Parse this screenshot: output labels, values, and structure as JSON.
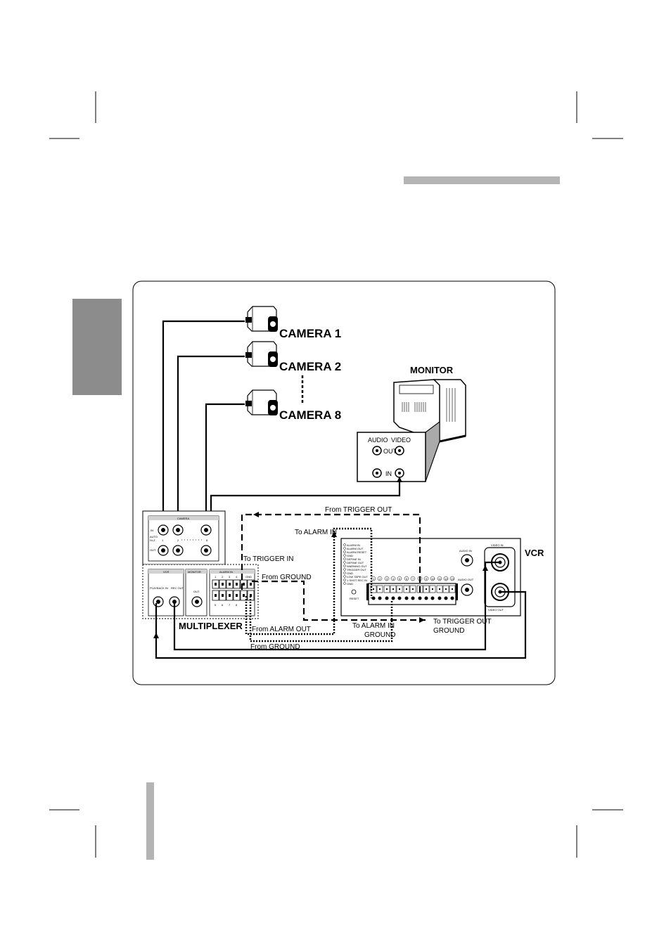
{
  "cameras": {
    "cam1": "CAMERA 1",
    "cam2": "CAMERA 2",
    "cam8": "CAMERA 8"
  },
  "monitor": {
    "title": "MONITOR",
    "audio": "AUDIO",
    "video": "VIDEO",
    "out": "OUT",
    "in": "IN"
  },
  "vcr": {
    "title": "VCR",
    "audio_in": "AUDIO IN",
    "audio_out": "AUDIO OUT",
    "video_in": "VIDEO IN",
    "video_out": "VIDEO OUT",
    "reset": "RESET",
    "terminal_numbers": [
      "1",
      "2",
      "3",
      "4",
      "5",
      "6",
      "7",
      "8",
      "9",
      "10",
      "11",
      "12",
      "13"
    ],
    "terminal_labels": [
      "ALARM IN",
      "ALARM OUT",
      "ALARM RESET",
      "GND",
      "DEFINE IN",
      "DEFINE OUT",
      "WARNING OUT",
      "TRIGGER OUT",
      "GND",
      "LOW TAPE OUT",
      "1 SHOT REC IN",
      "GND"
    ]
  },
  "multiplexer": {
    "title": "MULTIPLEXER",
    "camera": "CAMERA",
    "in": "IN",
    "auto": "AUTO",
    "hiz": "Hi-Z",
    "out": "OUT",
    "cam_nums": [
      "1",
      "2",
      "8"
    ],
    "vcr": "VCR",
    "playback_in": "PLAYBACK IN",
    "rec_out": "REC OUT",
    "monitor": "MONITOR",
    "monitor_out": "OUT",
    "alarm_in": "ALARM IN",
    "gnd": "GND",
    "alarm_top": [
      "1",
      "2",
      "3",
      "4"
    ],
    "alarm_bot": [
      "5",
      "6",
      "7",
      "8"
    ]
  },
  "annotations": {
    "from_trigger_out": "From TRIGGER OUT",
    "to_alarm_in_top": "To ALARM IN",
    "to_trigger_in": "To TRIGGER IN",
    "from_ground_top": "From GROUND",
    "from_alarm_out": "From ALARM OUT",
    "to_alarm_in_bottom": "To ALARM IN",
    "ground_mid": "GROUND",
    "from_ground_bottom": "From GROUND",
    "to_trigger_out": "To TRIGGER OUT",
    "ground_right": "GROUND"
  }
}
